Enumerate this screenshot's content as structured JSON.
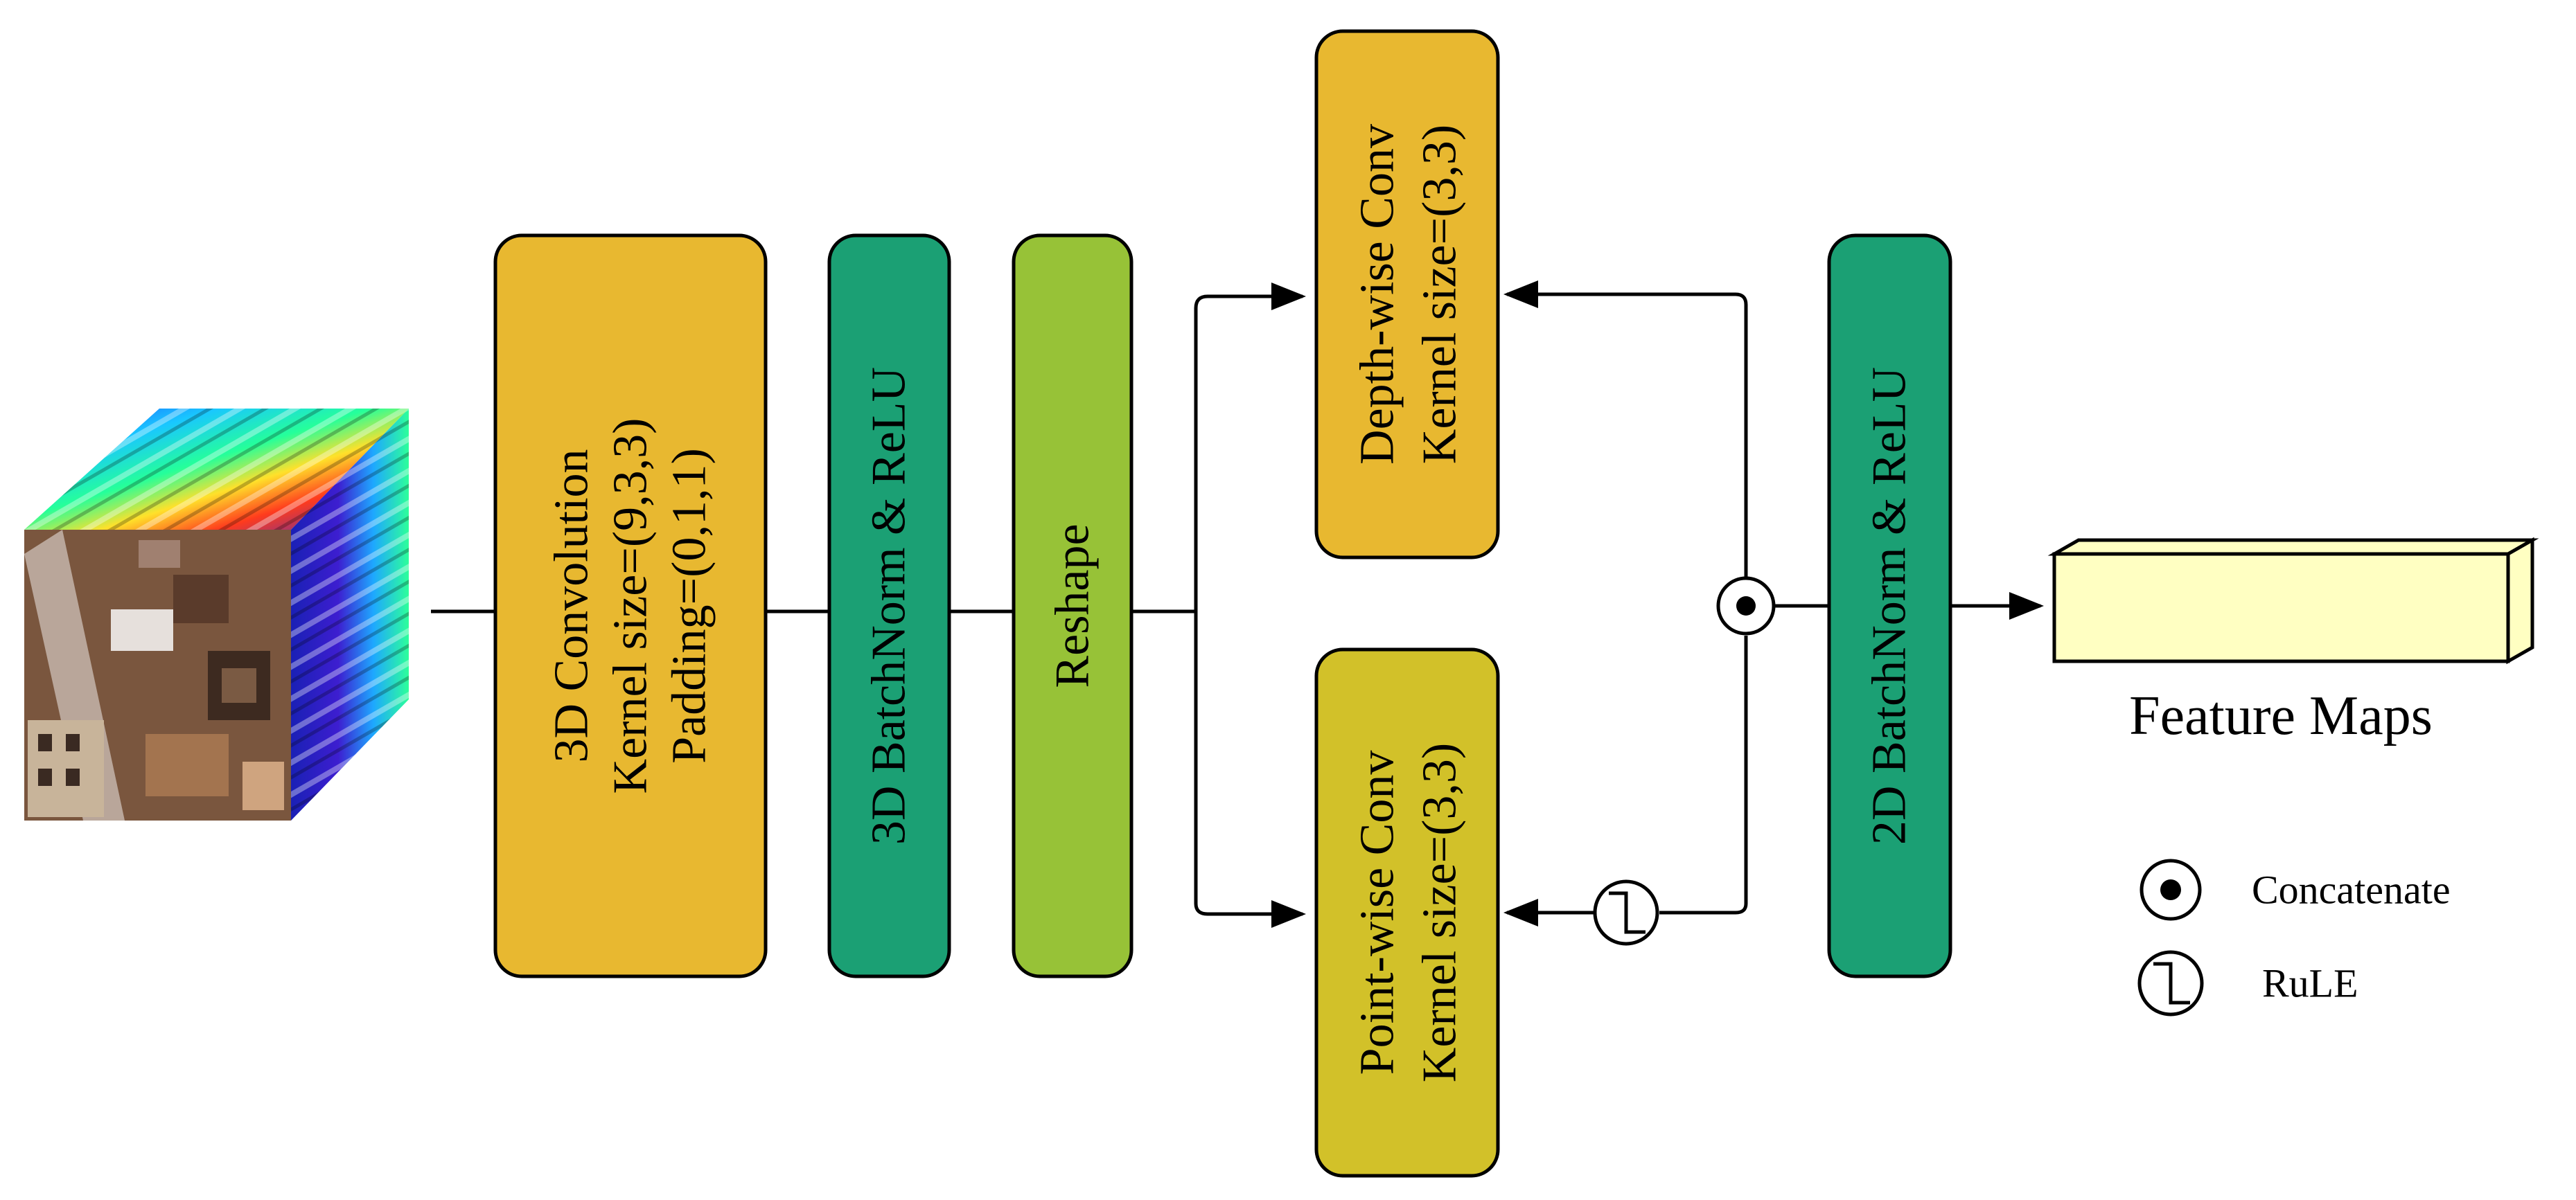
{
  "blocks": {
    "conv3d": {
      "lines": [
        "3D Convolution",
        "Kernel size=(9,3,3)",
        "Padding=(0,1,1)"
      ],
      "color": "#E8B830"
    },
    "bn3d": {
      "lines": [
        "3D BatchNorm & ReLU"
      ],
      "color": "#1BA074"
    },
    "reshape": {
      "lines": [
        "Reshape"
      ],
      "color": "#97C237"
    },
    "depthwise": {
      "lines": [
        "Depth-wise Conv",
        "Kernel size=(3,3)"
      ],
      "color": "#E8B830"
    },
    "pointwise": {
      "lines": [
        "Point-wise Conv",
        "Kernel size=(3,3)"
      ],
      "color": "#D2C129"
    },
    "bn2d": {
      "lines": [
        "2D BatchNorm & ReLU"
      ],
      "color": "#1BA074"
    }
  },
  "output": {
    "label": "Feature Maps",
    "color": "#FFFFC2"
  },
  "legend": {
    "concatenate": "Concatenate",
    "relu": "RuLE"
  },
  "input_cube": {
    "front": "aerial-image",
    "top": "spectral-bands",
    "side": "spectral-bands"
  }
}
